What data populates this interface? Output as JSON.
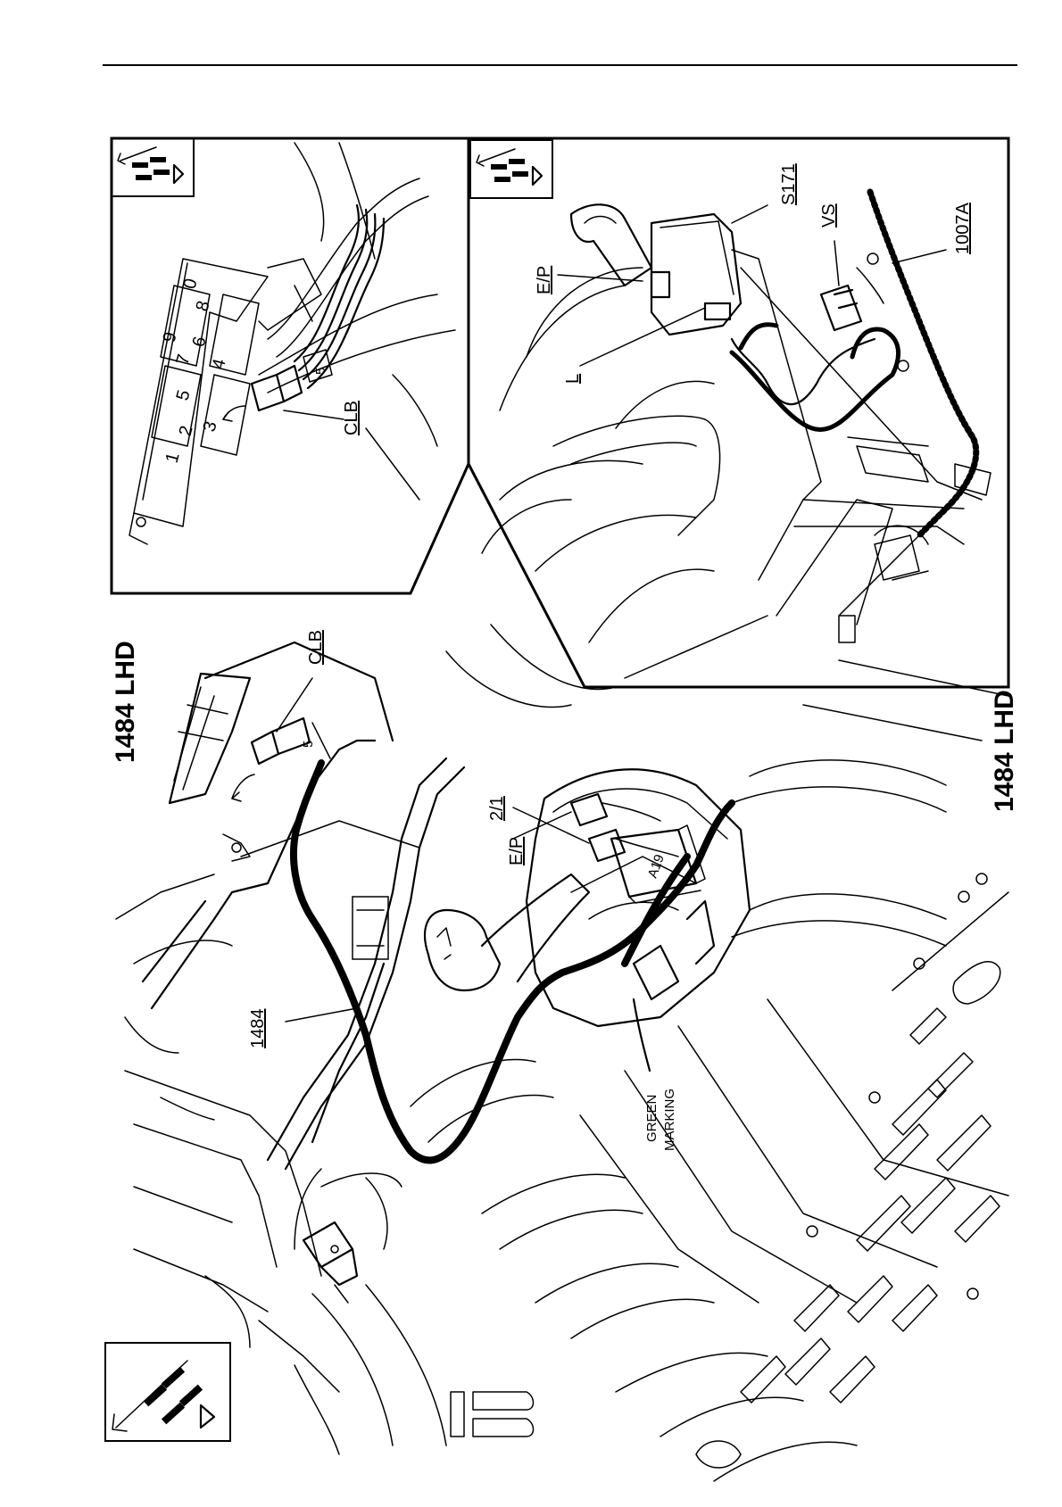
{
  "main_view": {
    "title": "1484 LHD",
    "labels": {
      "harness": "1484",
      "connector_clb": "CLB",
      "connector_21": "2/1",
      "connector_ep": "E/P",
      "module": "A19",
      "connector_block_num": "5",
      "green_marking_1": "GREEN",
      "green_marking_2": "MARKING"
    }
  },
  "inset_top": {
    "label_clb": "CLB",
    "connector_num": "5",
    "pins": [
      "1",
      "2",
      "3",
      "4",
      "5",
      "6",
      "7",
      "8",
      "9",
      "0"
    ]
  },
  "inset_bottom": {
    "title": "1484 LHD",
    "labels": {
      "ep": "E/P",
      "l": "L",
      "s171": "S171",
      "vs": "VS",
      "harness_1007a": "1007A"
    }
  }
}
